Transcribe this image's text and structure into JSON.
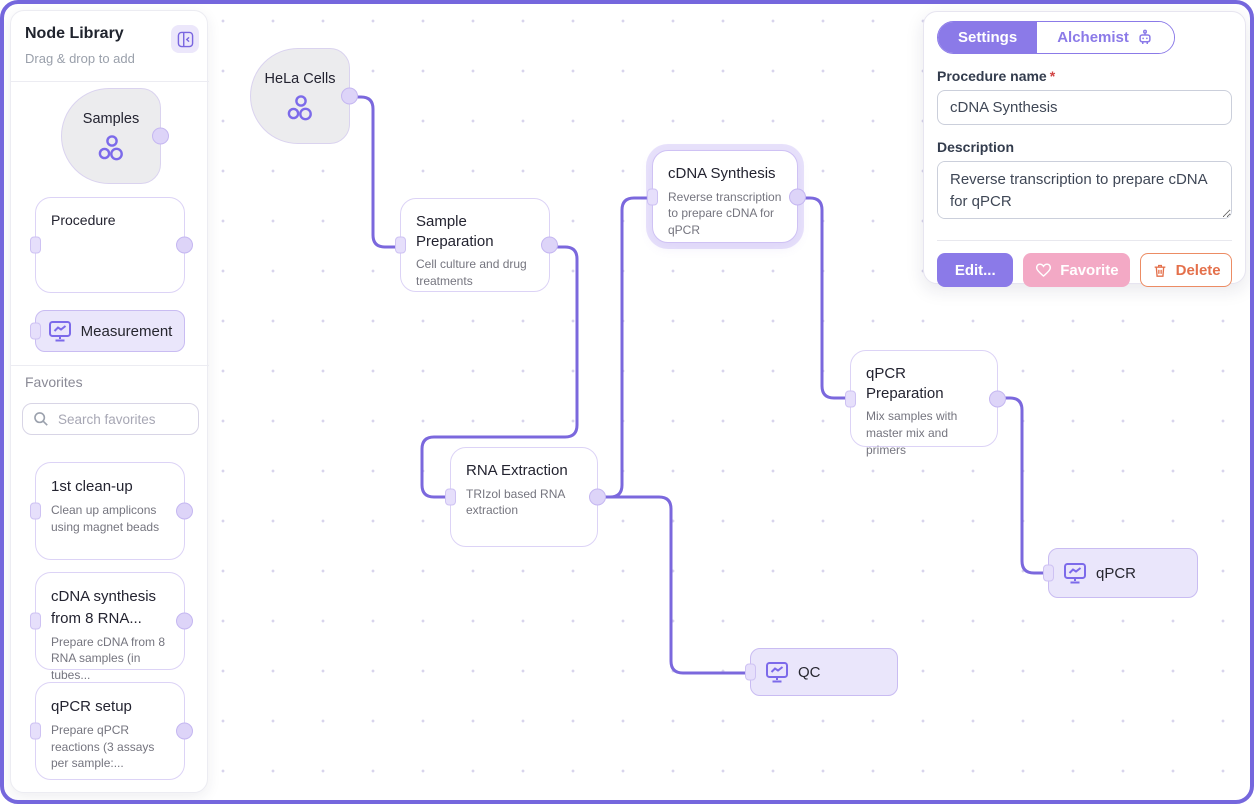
{
  "sidebar": {
    "title": "Node Library",
    "subtitle": "Drag & drop to add",
    "collapse_icon": "panel-collapse-icon",
    "palette": [
      {
        "type": "sample",
        "label": "Samples",
        "icon": "cells-icon"
      },
      {
        "type": "procedure",
        "label": "Procedure"
      },
      {
        "type": "measurement",
        "label": "Measurement",
        "icon": "monitor-chart-icon"
      }
    ],
    "favorites": {
      "heading": "Favorites",
      "search_placeholder": "Search favorites",
      "items": [
        {
          "title": "1st clean-up",
          "description": "Clean up amplicons using magnet beads"
        },
        {
          "title": "cDNA synthesis from 8 RNA...",
          "description": "Prepare cDNA from 8 RNA samples (in tubes..."
        },
        {
          "title": "qPCR setup",
          "description": "Prepare qPCR reactions (3 assays per sample:..."
        }
      ]
    }
  },
  "canvas": {
    "nodes": [
      {
        "id": "hela",
        "type": "sample",
        "title": "HeLa Cells",
        "icon": "cells-icon"
      },
      {
        "id": "sample-prep",
        "type": "procedure",
        "title": "Sample Preparation",
        "description": "Cell culture and drug treatments"
      },
      {
        "id": "cdna-synthesis",
        "type": "procedure",
        "title": "cDNA Synthesis",
        "description": "Reverse transcription to prepare cDNA for qPCR",
        "selected": true
      },
      {
        "id": "rna-extraction",
        "type": "procedure",
        "title": "RNA Extraction",
        "description": "TRIzol based RNA extraction"
      },
      {
        "id": "qpcr-preparation",
        "type": "procedure",
        "title": "qPCR Preparation",
        "description": "Mix samples with master mix and primers"
      },
      {
        "id": "qc",
        "type": "measurement",
        "title": "QC",
        "icon": "monitor-chart-icon"
      },
      {
        "id": "qpcr",
        "type": "measurement",
        "title": "qPCR",
        "icon": "monitor-chart-icon"
      }
    ],
    "edges": [
      {
        "from": "HeLa Cells",
        "to": "Sample Preparation"
      },
      {
        "from": "Sample Preparation",
        "to": "RNA Extraction"
      },
      {
        "from": "RNA Extraction",
        "to": "cDNA Synthesis"
      },
      {
        "from": "cDNA Synthesis",
        "to": "qPCR Preparation"
      },
      {
        "from": "RNA Extraction",
        "to": "QC"
      },
      {
        "from": "qPCR Preparation",
        "to": "qPCR"
      }
    ]
  },
  "settings_panel": {
    "tabs": [
      {
        "label": "Settings",
        "active": true
      },
      {
        "label": "Alchemist",
        "icon": "robot-icon",
        "active": false
      }
    ],
    "name_field": {
      "label": "Procedure name",
      "required_marker": "*",
      "value": "cDNA Synthesis"
    },
    "description_field": {
      "label": "Description",
      "value": "Reverse transcription to prepare cDNA for qPCR"
    },
    "buttons": {
      "edit": "Edit...",
      "favorite": "Favorite",
      "delete": "Delete"
    }
  },
  "colors": {
    "frame_purple": "#7567dd",
    "primary_purple": "#8b7ae8",
    "edge_purple": "#7b68dd",
    "favorite_pink": "#f3a9c5",
    "delete_orange": "#e4704b",
    "required_red": "#d14343",
    "measurement_fill": "#eae6fb",
    "sample_fill": "#ececee"
  }
}
